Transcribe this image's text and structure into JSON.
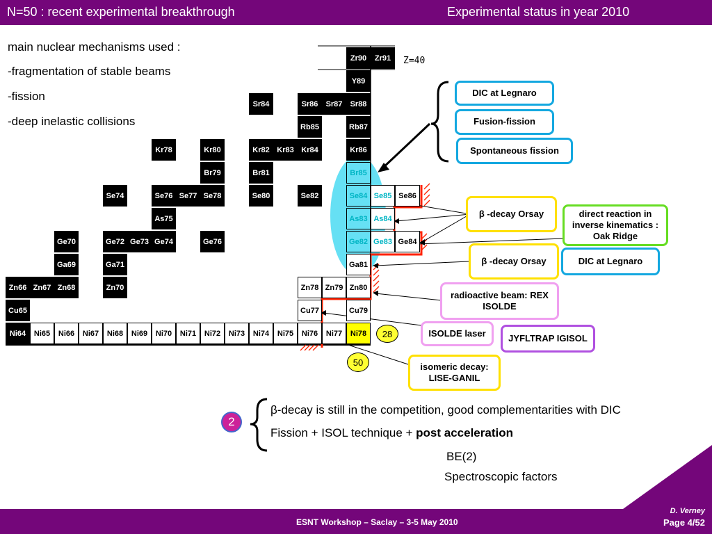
{
  "header": {
    "left_title": "N=50 : recent experimental breakthrough",
    "right_title": "Experimental status in year 2010"
  },
  "intro": {
    "heading": "main nuclear mechanisms used :",
    "items": [
      "-fragmentation of stable beams",
      "-fission",
      "-deep inelastic collisions"
    ]
  },
  "chart": {
    "z_label": "Z=40",
    "magic_28": "28",
    "magic_50": "50",
    "nuclei": {
      "zr90": "Zr90",
      "zr91": "Zr91",
      "y89": "Y89",
      "sr84": "Sr84",
      "sr86": "Sr86",
      "sr87": "Sr87",
      "sr88": "Sr88",
      "rb85": "Rb85",
      "rb87": "Rb87",
      "kr78": "Kr78",
      "kr80": "Kr80",
      "kr82": "Kr82",
      "kr83": "Kr83",
      "kr84": "Kr84",
      "kr86": "Kr86",
      "br79": "Br79",
      "br81": "Br81",
      "br85": "Br85",
      "se74": "Se74",
      "se76": "Se76",
      "se77": "Se77",
      "se78": "Se78",
      "se80": "Se80",
      "se82": "Se82",
      "se84": "Se84",
      "se85": "Se85",
      "se86": "Se86",
      "as75": "As75",
      "as83": "As83",
      "as84": "As84",
      "ge70": "Ge70",
      "ge72": "Ge72",
      "ge73": "Ge73",
      "ge74": "Ge74",
      "ge76": "Ge76",
      "ge82": "Ge82",
      "ge83": "Ge83",
      "ge84": "Ge84",
      "ga69": "Ga69",
      "ga71": "Ga71",
      "ga81": "Ga81",
      "zn66": "Zn66",
      "zn67": "Zn67",
      "zn68": "Zn68",
      "zn70": "Zn70",
      "zn78": "Zn78",
      "zn79": "Zn79",
      "zn80": "Zn80",
      "cu65": "Cu65",
      "cu77": "Cu77",
      "cu79": "Cu79",
      "ni64": "Ni64",
      "ni65": "Ni65",
      "ni66": "Ni66",
      "ni67": "Ni67",
      "ni68": "Ni68",
      "ni69": "Ni69",
      "ni70": "Ni70",
      "ni71": "Ni71",
      "ni72": "Ni72",
      "ni73": "Ni73",
      "ni74": "Ni74",
      "ni75": "Ni75",
      "ni76": "Ni76",
      "ni77": "Ni77",
      "ni78": "Ni78"
    }
  },
  "labels": {
    "dic_legnaro_1": "DIC at Legnaro",
    "fusion_fission": "Fusion-fission",
    "spont_fission": "Spontaneous fission",
    "beta_orsay_1": "β -decay Orsay",
    "direct_reaction": "direct reaction in inverse kinematics : Oak Ridge",
    "beta_orsay_2": "β -decay Orsay",
    "dic_legnaro_2": "DIC at Legnaro",
    "rex_isolde": "radioactive beam: REX ISOLDE",
    "isolde_laser": "ISOLDE laser",
    "jyfltrap": "JYFLTRAP IGISOL",
    "isomeric": "isomeric decay: LISE-GANIL"
  },
  "conclusion": {
    "badge": "2",
    "line1": "β-decay is still in the competition, good complementarities with DIC",
    "line2_prefix": "Fission + ISOL technique + ",
    "line2_bold": "post acceleration",
    "line3": "BE(2)",
    "line4": "Spectroscopic factors"
  },
  "footer": {
    "workshop": "ESNT Workshop –   Saclay –   3-5 May 2010",
    "author": "D. Verney",
    "page": "Page 4/52"
  },
  "colors": {
    "header_bar": "#74067a",
    "hatch": "#ff2200",
    "cyan_ellipse": "#66e0f4",
    "magic_yellow": "#ffff33"
  }
}
